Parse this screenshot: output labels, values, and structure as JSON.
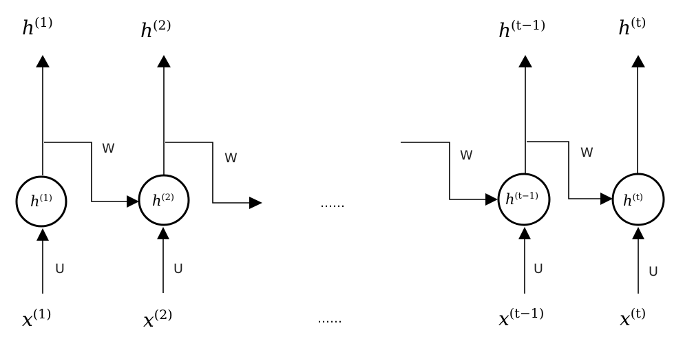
{
  "diagram": {
    "type": "unrolled-rnn",
    "time_steps": [
      {
        "id": "1",
        "output_label": {
          "base": "h",
          "sup": "(1)"
        },
        "node_label": {
          "base": "h",
          "sup": "(1)"
        },
        "input_label": {
          "base": "x",
          "sup": "(1)"
        },
        "input_weight": "U",
        "recurrent_weight_out": "W"
      },
      {
        "id": "2",
        "output_label": {
          "base": "h",
          "sup": "(2)"
        },
        "node_label": {
          "base": "h",
          "sup": "(2)"
        },
        "input_label": {
          "base": "x",
          "sup": "(2)"
        },
        "input_weight": "U",
        "recurrent_weight_out": "W"
      },
      {
        "id": "t-1",
        "output_label": {
          "base": "h",
          "sup": "(t−1)"
        },
        "node_label": {
          "base": "h",
          "sup": "(t−1)"
        },
        "input_label": {
          "base": "x",
          "sup": "(t−1)"
        },
        "input_weight": "U",
        "recurrent_weight_in": "W",
        "recurrent_weight_out": "W"
      },
      {
        "id": "t",
        "output_label": {
          "base": "h",
          "sup": "(t)"
        },
        "node_label": {
          "base": "h",
          "sup": "(t)"
        },
        "input_label": {
          "base": "x",
          "sup": "(t)"
        },
        "input_weight": "U"
      }
    ],
    "ellipsis_middle": "……",
    "ellipsis_bottom": "……"
  }
}
